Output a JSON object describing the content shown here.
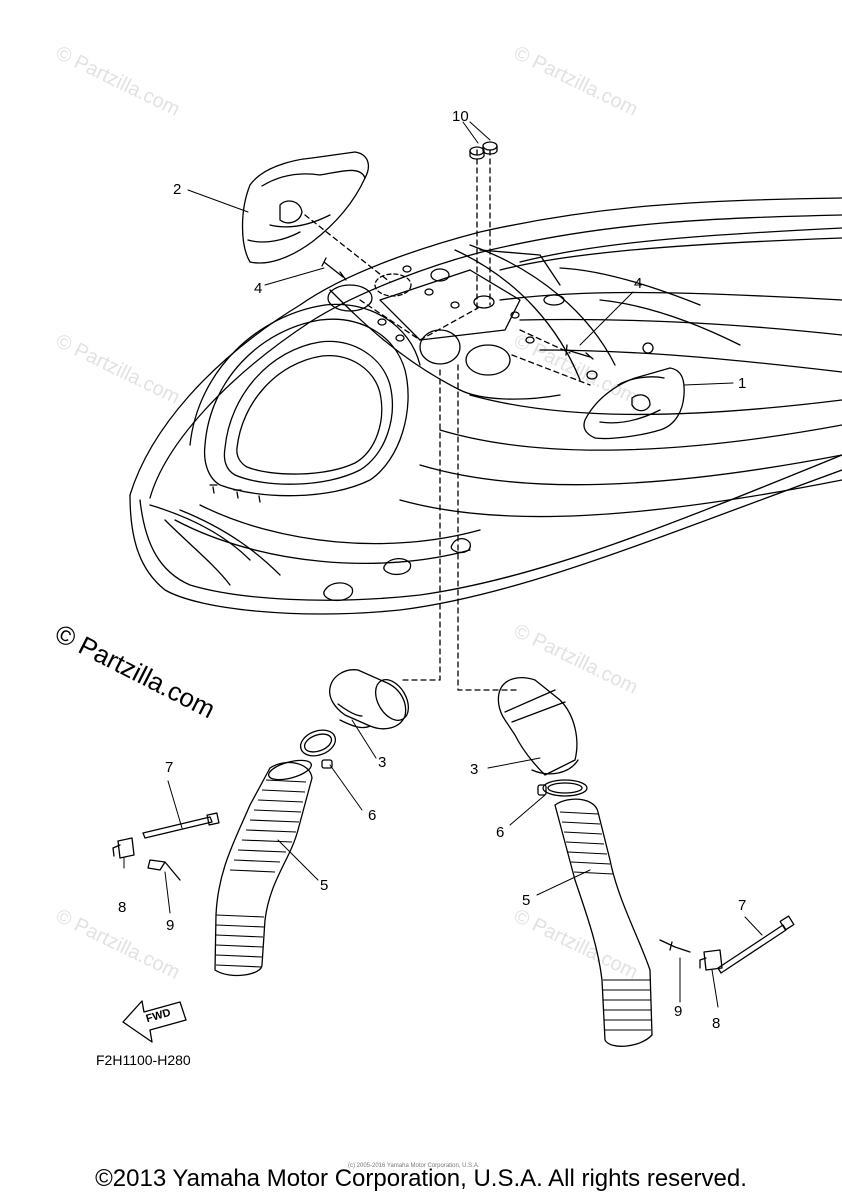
{
  "watermarks": {
    "faint": "© Partzilla.com",
    "main": "© Partzilla.com"
  },
  "callouts": {
    "c1": "1",
    "c2": "2",
    "c3a": "3",
    "c3b": "3",
    "c4a": "4",
    "c4b": "4",
    "c5a": "5",
    "c5b": "5",
    "c6a": "6",
    "c6b": "6",
    "c7a": "7",
    "c7b": "7",
    "c8a": "8",
    "c8b": "8",
    "c9a": "9",
    "c9b": "9",
    "c10": "10"
  },
  "fwd_label": "FWD",
  "diagram_code": "F2H1100-H280",
  "fine_print": "(c) 2005-2016 Yamaha Motor Corporation, U.S.A.",
  "copyright": "©2013 Yamaha Motor Corporation, U.S.A. All rights reserved."
}
